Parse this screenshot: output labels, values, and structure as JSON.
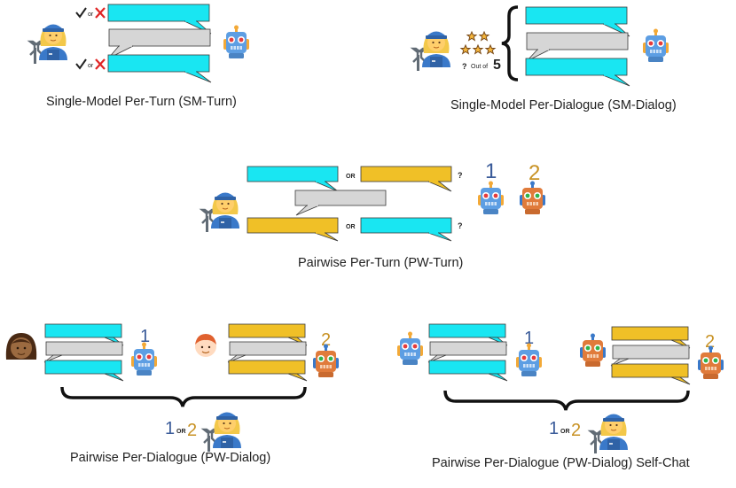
{
  "panels": {
    "sm_turn": {
      "caption": "Single-Model Per-Turn  (SM-Turn)",
      "or": "or"
    },
    "sm_dialog": {
      "caption": "Single-Model Per-Dialogue  (SM-Dialog)",
      "question": "?",
      "out_of": "Out of",
      "max": "5"
    },
    "pw_turn": {
      "caption": "Pairwise Per-Turn (PW-Turn)",
      "or": "OR",
      "question": "?",
      "model_1": "1",
      "model_2": "2"
    },
    "pw_dialog": {
      "caption": "Pairwise Per-Dialogue (PW-Dialog)",
      "or": "OR",
      "model_1": "1",
      "model_2": "2"
    },
    "pw_selfchat": {
      "caption": "Pairwise Per-Dialogue (PW-Dialog) Self-Chat",
      "or": "OR",
      "model_1": "1",
      "model_2": "2"
    }
  },
  "colors": {
    "cyan": "#19e6f2",
    "gray": "#d6d6d6",
    "gold": "#f0c027",
    "robot_blue": "#5d9ee3",
    "robot_orange": "#e07b3b",
    "check": "#222222",
    "cross": "#e02424"
  },
  "icons": [
    "mechanic-icon",
    "robot-icon",
    "check-icon",
    "cross-icon",
    "star-icon",
    "woman-icon",
    "man-icon",
    "curly-brace-icon"
  ]
}
